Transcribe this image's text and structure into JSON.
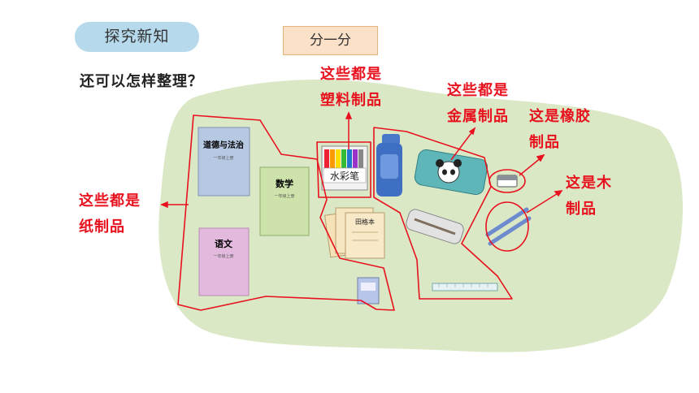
{
  "header": {
    "section_tag": "探究新知",
    "activity_button": "分一分"
  },
  "question": "还可以怎样整理？",
  "labels": {
    "paper": [
      "这些都是",
      "纸制品"
    ],
    "plastic": [
      "这些都是",
      "塑料制品"
    ],
    "metal": [
      "这些都是",
      "金属制品"
    ],
    "rubber": [
      "这是橡胶",
      "制品"
    ],
    "wood": [
      "这是木",
      "制品"
    ]
  },
  "items": {
    "morality_book_title": "道德与法治",
    "morality_book_sub": "一年级上册",
    "math_book_title": "数学",
    "math_book_sub": "一年级上册",
    "chinese_book_title": "语文",
    "chinese_book_sub": "一年级上册",
    "notebook_title": "田格本",
    "watercolor_label": "水彩笔"
  },
  "colors": {
    "accent_red": "#e8111e",
    "tag_blue": "#b6d9ec",
    "button_orange": "#fbe1c8",
    "mat_green": "#dbe8c6"
  }
}
